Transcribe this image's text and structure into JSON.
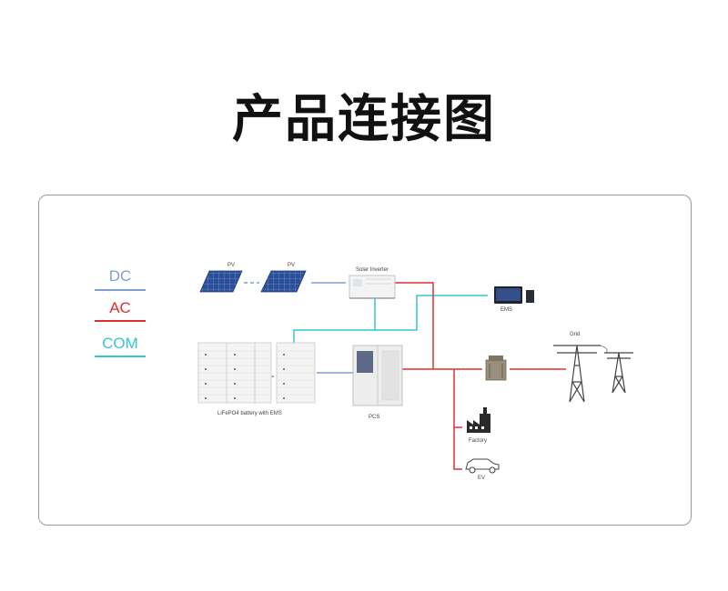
{
  "title": "产品连接图",
  "legend": [
    {
      "label": "DC",
      "color": "#7f9fd6"
    },
    {
      "label": "AC",
      "color": "#e0302f"
    },
    {
      "label": "COM",
      "color": "#33c7cf"
    }
  ],
  "components": {
    "pv1": "PV",
    "pv2": "PV",
    "solar_inverter": "Solar Inverter",
    "ems": "EMS",
    "battery": "LiFePO4 battery with EMS",
    "pcs": "PCS",
    "grid": "Grid",
    "factory": "Factory",
    "ev": "EV"
  }
}
